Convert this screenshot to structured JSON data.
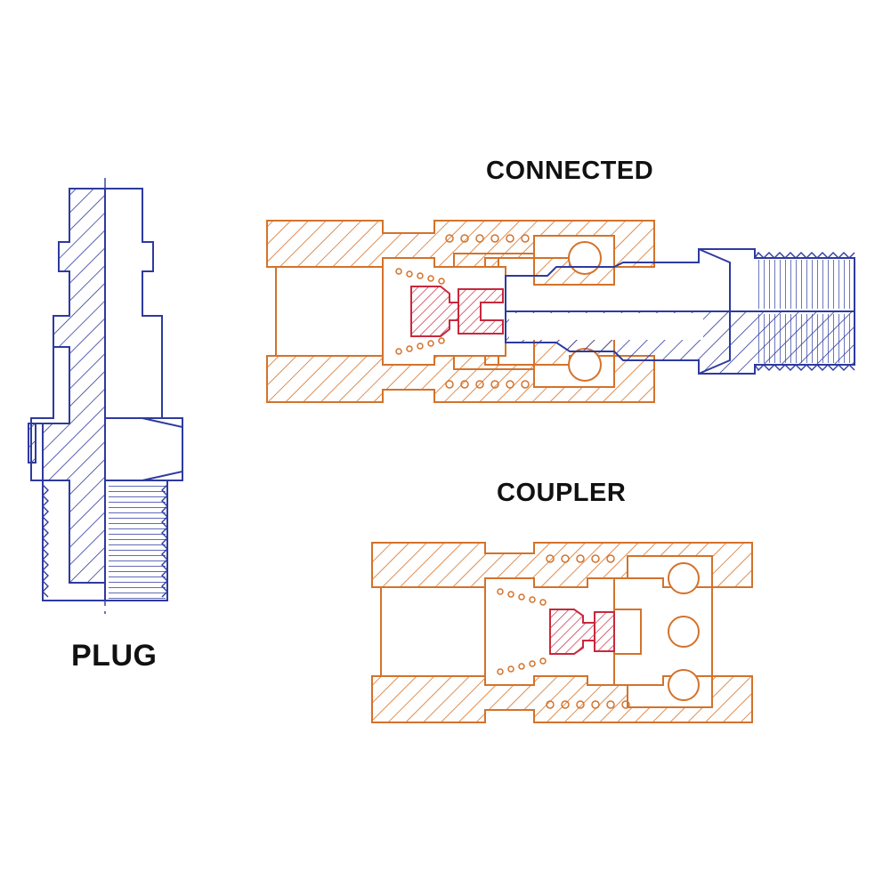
{
  "labels": {
    "connected": "CONNECTED",
    "coupler": "COUPLER",
    "plug": "PLUG"
  },
  "colors": {
    "plug_lines": "#2e3a9e",
    "coupler_lines": "#d4722a",
    "valve": "#c8283c",
    "background": "#ffffff"
  }
}
